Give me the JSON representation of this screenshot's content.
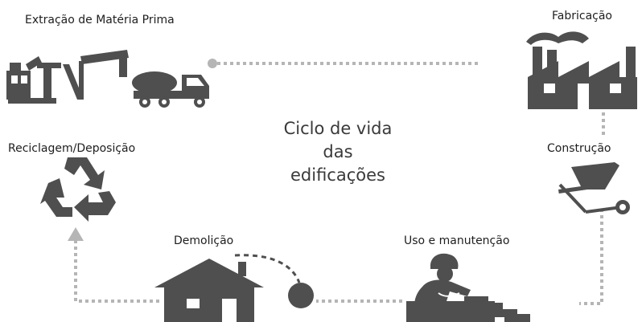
{
  "diagram": {
    "title_lines": [
      "Ciclo de vida",
      "das",
      "edificações"
    ],
    "stages": {
      "extraction": "Extração de Matéria Prima",
      "manufacturing": "Fabricação",
      "construction": "Construção",
      "use_maintenance": "Uso e manutenção",
      "demolition": "Demolição",
      "recycling_disposal": "Reciclagem/Deposição"
    }
  },
  "colors": {
    "icon_fill": "#4f4f4f",
    "connector": "#b5b5b5",
    "text": "#1e1e1e"
  },
  "icons": {
    "extraction": "oil-pumpjack-and-concrete-mixer-truck-icon",
    "manufacturing": "factory-icon",
    "construction": "wheelbarrow-icon",
    "use_maintenance": "bricklayer-worker-icon",
    "demolition": "house-with-wrecking-ball-icon",
    "recycling_disposal": "recycle-arrows-icon"
  }
}
